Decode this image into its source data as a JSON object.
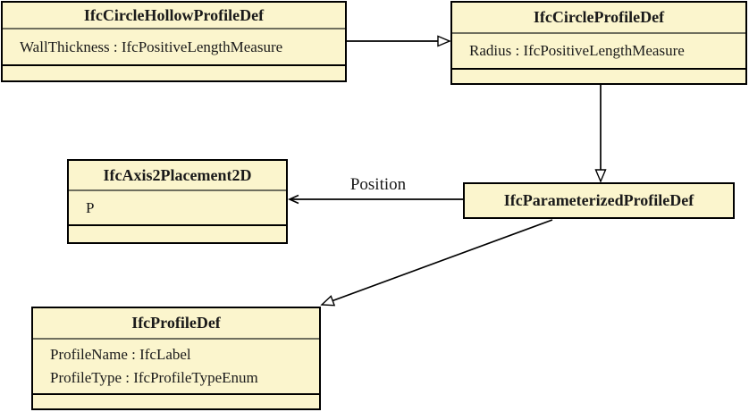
{
  "classes": [
    {
      "name": "IfcCircleHollowProfileDef",
      "attributes": [
        "WallThickness : IfcPositiveLengthMeasure"
      ]
    },
    {
      "name": "IfcCircleProfileDef",
      "attributes": [
        "Radius : IfcPositiveLengthMeasure"
      ]
    },
    {
      "name": "IfcAxis2Placement2D",
      "attributes": [
        "P"
      ]
    },
    {
      "name": "IfcParameterizedProfileDef",
      "attributes": []
    },
    {
      "name": "IfcProfileDef",
      "attributes": [
        "ProfileName : IfcLabel",
        "ProfileType : IfcProfileTypeEnum"
      ]
    }
  ],
  "relationships": [
    {
      "type": "generalization",
      "from": "IfcCircleHollowProfileDef",
      "to": "IfcCircleProfileDef",
      "label": ""
    },
    {
      "type": "generalization",
      "from": "IfcCircleProfileDef",
      "to": "IfcParameterizedProfileDef",
      "label": ""
    },
    {
      "type": "association",
      "from": "IfcParameterizedProfileDef",
      "to": "IfcAxis2Placement2D",
      "label": "Position"
    },
    {
      "type": "generalization",
      "from": "IfcParameterizedProfileDef",
      "to": "IfcProfileDef",
      "label": ""
    }
  ],
  "colors": {
    "class_fill": "#FBF5CD",
    "border": "#000000",
    "title_divider": "#6F6F5E",
    "text": "#1A1A1A",
    "background": "#FFFFFF"
  }
}
